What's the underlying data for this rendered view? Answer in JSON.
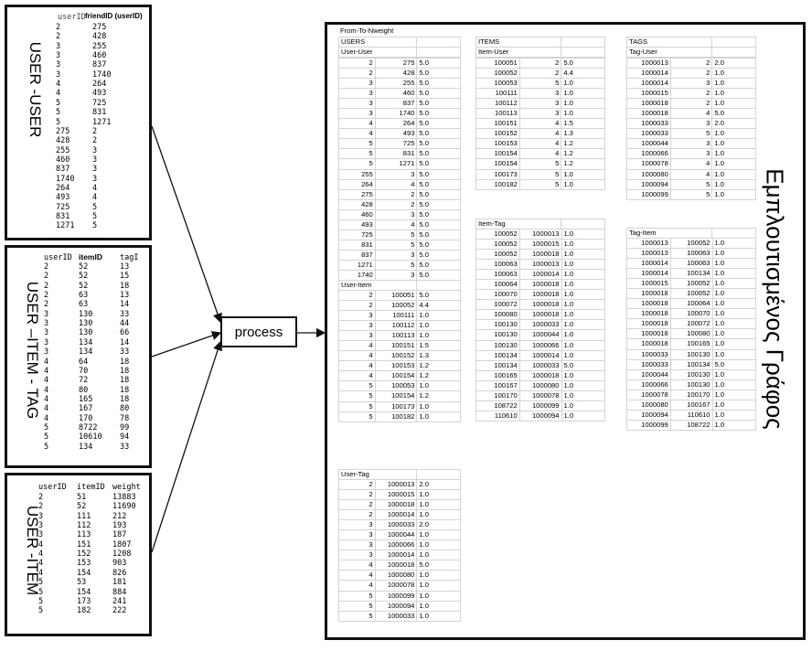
{
  "boxes": {
    "user_user": {
      "label": "USER -USER",
      "col1": "userID",
      "col2": "friendID (userID)",
      "rows": [
        [
          "2",
          "275"
        ],
        [
          "2",
          "428"
        ],
        [
          "3",
          "255"
        ],
        [
          "3",
          "460"
        ],
        [
          "3",
          "837"
        ],
        [
          "3",
          "1740"
        ],
        [
          "4",
          "264"
        ],
        [
          "4",
          "493"
        ],
        [
          "5",
          "725"
        ],
        [
          "5",
          "831"
        ],
        [
          "5",
          "1271"
        ],
        [
          "275",
          "2"
        ],
        [
          "428",
          "2"
        ],
        [
          "255",
          "3"
        ],
        [
          "460",
          "3"
        ],
        [
          "837",
          "3"
        ],
        [
          "1740",
          "3"
        ],
        [
          "264",
          "4"
        ],
        [
          "493",
          "4"
        ],
        [
          "725",
          "5"
        ],
        [
          "831",
          "5"
        ],
        [
          "1271",
          "5"
        ]
      ]
    },
    "user_item_tag": {
      "label": "USER –ITEM - TAG",
      "col1": "userID",
      "col2": "itemID",
      "col3": "tagI",
      "rows": [
        [
          "2",
          "52",
          "13"
        ],
        [
          "2",
          "52",
          "15"
        ],
        [
          "2",
          "52",
          "18"
        ],
        [
          "2",
          "63",
          "13"
        ],
        [
          "2",
          "63",
          "14"
        ],
        [
          "3",
          "130",
          "33"
        ],
        [
          "3",
          "130",
          "44"
        ],
        [
          "3",
          "130",
          "66"
        ],
        [
          "3",
          "134",
          "14"
        ],
        [
          "3",
          "134",
          "33"
        ],
        [
          "4",
          "64",
          "18"
        ],
        [
          "4",
          "70",
          "18"
        ],
        [
          "4",
          "72",
          "18"
        ],
        [
          "4",
          "80",
          "18"
        ],
        [
          "4",
          "165",
          "18"
        ],
        [
          "4",
          "167",
          "80"
        ],
        [
          "4",
          "170",
          "78"
        ],
        [
          "5",
          "8722",
          "99"
        ],
        [
          "5",
          "10610",
          "94"
        ],
        [
          "5",
          "134",
          "33"
        ]
      ]
    },
    "user_item": {
      "label": "USER -ITEM",
      "col1": "userID",
      "col2": "itemID",
      "col3": "weight",
      "rows": [
        [
          "2",
          "51",
          "13883"
        ],
        [
          "2",
          "52",
          "11690"
        ],
        [
          "3",
          "111",
          "212"
        ],
        [
          "3",
          "112",
          "193"
        ],
        [
          "3",
          "113",
          "187"
        ],
        [
          "4",
          "151",
          "1807"
        ],
        [
          "4",
          "152",
          "1208"
        ],
        [
          "4",
          "153",
          "903"
        ],
        [
          "4",
          "154",
          "826"
        ],
        [
          "5",
          "53",
          "181"
        ],
        [
          "5",
          "154",
          "884"
        ],
        [
          "5",
          "173",
          "241"
        ],
        [
          "5",
          "182",
          "222"
        ]
      ]
    }
  },
  "process": {
    "label": "process"
  },
  "output": {
    "title": "From-To-Nweight",
    "label": "Εμπλουτισμένος Γράφος",
    "users": {
      "header": "USERS",
      "user_user_title": "User-User",
      "user_user": [
        [
          "2",
          "275",
          "5.0"
        ],
        [
          "2",
          "428",
          "5.0"
        ],
        [
          "3",
          "255",
          "5.0"
        ],
        [
          "3",
          "460",
          "5.0"
        ],
        [
          "3",
          "837",
          "5.0"
        ],
        [
          "3",
          "1740",
          "5.0"
        ],
        [
          "4",
          "264",
          "5.0"
        ],
        [
          "4",
          "493",
          "5.0"
        ],
        [
          "5",
          "725",
          "5.0"
        ],
        [
          "5",
          "831",
          "5.0"
        ],
        [
          "5",
          "1271",
          "5.0"
        ],
        [
          "255",
          "3",
          "5.0"
        ],
        [
          "264",
          "4",
          "5.0"
        ],
        [
          "275",
          "2",
          "5.0"
        ],
        [
          "428",
          "2",
          "5.0"
        ],
        [
          "460",
          "3",
          "5.0"
        ],
        [
          "493",
          "4",
          "5.0"
        ],
        [
          "725",
          "5",
          "5.0"
        ],
        [
          "831",
          "5",
          "5.0"
        ],
        [
          "837",
          "3",
          "5.0"
        ],
        [
          "1271",
          "5",
          "5.0"
        ],
        [
          "1740",
          "3",
          "5.0"
        ]
      ],
      "user_item_title": "User-Item",
      "user_item": [
        [
          "2",
          "100051",
          "5.0"
        ],
        [
          "2",
          "100052",
          "4.4"
        ],
        [
          "3",
          "100111",
          "1.0"
        ],
        [
          "3",
          "100112",
          "1.0"
        ],
        [
          "3",
          "100113",
          "1.0"
        ],
        [
          "4",
          "100151",
          "1.5"
        ],
        [
          "4",
          "100152",
          "1.3"
        ],
        [
          "4",
          "100153",
          "1.2"
        ],
        [
          "4",
          "100154",
          "1.2"
        ],
        [
          "5",
          "100053",
          "1.0"
        ],
        [
          "5",
          "100154",
          "1.2"
        ],
        [
          "5",
          "100173",
          "1.0"
        ],
        [
          "5",
          "100182",
          "1.0"
        ]
      ],
      "user_tag_title": "User-Tag",
      "user_tag": [
        [
          "2",
          "1000013",
          "2.0"
        ],
        [
          "2",
          "1000015",
          "1.0"
        ],
        [
          "2",
          "1000018",
          "1.0"
        ],
        [
          "2",
          "1000014",
          "1.0"
        ],
        [
          "3",
          "1000033",
          "2.0"
        ],
        [
          "3",
          "1000044",
          "1.0"
        ],
        [
          "3",
          "1000066",
          "1.0"
        ],
        [
          "3",
          "1000014",
          "1.0"
        ],
        [
          "4",
          "1000018",
          "5.0"
        ],
        [
          "4",
          "1000080",
          "1.0"
        ],
        [
          "4",
          "1000078",
          "1.0"
        ],
        [
          "5",
          "1000099",
          "1.0"
        ],
        [
          "5",
          "1000094",
          "1.0"
        ],
        [
          "5",
          "1000033",
          "1.0"
        ]
      ]
    },
    "items": {
      "header": "ITEMS",
      "item_user_title": "Item-User",
      "item_user": [
        [
          "100051",
          "2",
          "5.0"
        ],
        [
          "100052",
          "2",
          "4.4"
        ],
        [
          "100053",
          "5",
          "1.0"
        ],
        [
          "100111",
          "3",
          "1.0"
        ],
        [
          "100112",
          "3",
          "1.0"
        ],
        [
          "100113",
          "3",
          "1.0"
        ],
        [
          "100151",
          "4",
          "1.5"
        ],
        [
          "100152",
          "4",
          "1.3"
        ],
        [
          "100153",
          "4",
          "1.2"
        ],
        [
          "100154",
          "4",
          "1.2"
        ],
        [
          "100154",
          "5",
          "1.2"
        ],
        [
          "100173",
          "5",
          "1.0"
        ],
        [
          "100182",
          "5",
          "1.0"
        ]
      ],
      "item_tag_title": "Item-Tag",
      "item_tag": [
        [
          "100052",
          "1000013",
          "1.0"
        ],
        [
          "100052",
          "1000015",
          "1.0"
        ],
        [
          "100052",
          "1000018",
          "1.0"
        ],
        [
          "100063",
          "1000013",
          "1.0"
        ],
        [
          "100063",
          "1000014",
          "1.0"
        ],
        [
          "100064",
          "1000018",
          "1.0"
        ],
        [
          "100070",
          "1000018",
          "1.0"
        ],
        [
          "100072",
          "1000018",
          "1.0"
        ],
        [
          "100080",
          "1000018",
          "1.0"
        ],
        [
          "100130",
          "1000033",
          "1.0"
        ],
        [
          "100130",
          "1000044",
          "1.0"
        ],
        [
          "100130",
          "1000066",
          "1.0"
        ],
        [
          "100134",
          "1000014",
          "1.0"
        ],
        [
          "100134",
          "1000033",
          "5.0"
        ],
        [
          "100165",
          "1000018",
          "1.0"
        ],
        [
          "100167",
          "1000080",
          "1.0"
        ],
        [
          "100170",
          "1000078",
          "1.0"
        ],
        [
          "108722",
          "1000099",
          "1.0"
        ],
        [
          "110610",
          "1000094",
          "1.0"
        ]
      ]
    },
    "tags": {
      "header": "TAGS",
      "tag_user_title": "Tag-User",
      "tag_user": [
        [
          "1000013",
          "2",
          "2.0"
        ],
        [
          "1000014",
          "2",
          "1.0"
        ],
        [
          "1000014",
          "3",
          "1.0"
        ],
        [
          "1000015",
          "2",
          "1.0"
        ],
        [
          "1000018",
          "2",
          "1.0"
        ],
        [
          "1000018",
          "4",
          "5.0"
        ],
        [
          "1000033",
          "3",
          "2.0"
        ],
        [
          "1000033",
          "5",
          "1.0"
        ],
        [
          "1000044",
          "3",
          "1.0"
        ],
        [
          "1000066",
          "3",
          "1.0"
        ],
        [
          "1000078",
          "4",
          "1.0"
        ],
        [
          "1000080",
          "4",
          "1.0"
        ],
        [
          "1000094",
          "5",
          "1.0"
        ],
        [
          "1000099",
          "5",
          "1.0"
        ]
      ],
      "tag_item_title": "Tag-Item",
      "tag_item": [
        [
          "1000013",
          "100052",
          "1.0"
        ],
        [
          "1000013",
          "100063",
          "1.0"
        ],
        [
          "1000014",
          "100063",
          "1.0"
        ],
        [
          "1000014",
          "100134",
          "1.0"
        ],
        [
          "1000015",
          "100052",
          "1.0"
        ],
        [
          "1000018",
          "100052",
          "1.0"
        ],
        [
          "1000018",
          "100064",
          "1.0"
        ],
        [
          "1000018",
          "100070",
          "1.0"
        ],
        [
          "1000018",
          "100072",
          "1.0"
        ],
        [
          "1000018",
          "100080",
          "1.0"
        ],
        [
          "1000018",
          "100165",
          "1.0"
        ],
        [
          "1000033",
          "100130",
          "1.0"
        ],
        [
          "1000033",
          "100134",
          "5.0"
        ],
        [
          "1000044",
          "100130",
          "1.0"
        ],
        [
          "1000066",
          "100130",
          "1.0"
        ],
        [
          "1000078",
          "100170",
          "1.0"
        ],
        [
          "1000080",
          "100167",
          "1.0"
        ],
        [
          "1000094",
          "110610",
          "1.0"
        ],
        [
          "1000099",
          "108722",
          "1.0"
        ]
      ]
    }
  }
}
